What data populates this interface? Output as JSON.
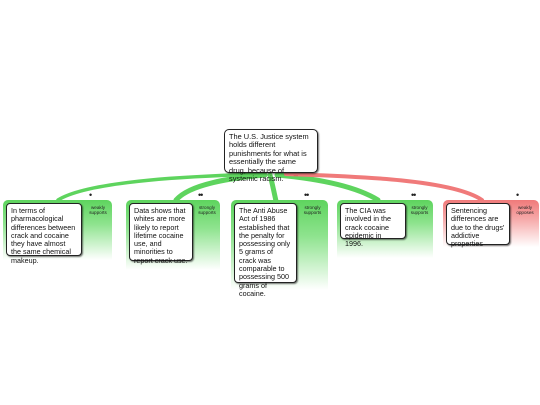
{
  "claim": {
    "text": "The U.S. Justice system holds different punishments for what is essentially the same drug, because of systemic racism."
  },
  "premises": [
    {
      "text": "In terms of pharmacological differences between crack and cocaine they have almost the same chemical makeup.",
      "strength_line1": "weakly",
      "strength_line2": "supports",
      "dots": "•",
      "type": "support"
    },
    {
      "text": "Data shows that whites are more likely to report lifetime cocaine use, and minorities to report crack use.",
      "strength_line1": "strongly",
      "strength_line2": "supports",
      "dots": "••",
      "type": "support"
    },
    {
      "text": "The Anti Abuse Act of 1986 established that the penalty for possessing only 5 grams of crack was comparable to possessing 500 grams of cocaine.",
      "strength_line1": "strongly",
      "strength_line2": "supports",
      "dots": "••",
      "type": "support"
    },
    {
      "text": "The CIA was involved in the crack cocaine epidemic in 1996.",
      "strength_line1": "strongly",
      "strength_line2": "supports",
      "dots": "••",
      "type": "support"
    },
    {
      "text": "Sentencing differences are due to the drugs' addictive properties",
      "strength_line1": "weakly",
      "strength_line2": "opposes",
      "dots": "•",
      "type": "oppose"
    }
  ],
  "colors": {
    "support": "#5ed45e",
    "oppose": "#f07a7a",
    "text": "#111111",
    "border": "#222222"
  }
}
